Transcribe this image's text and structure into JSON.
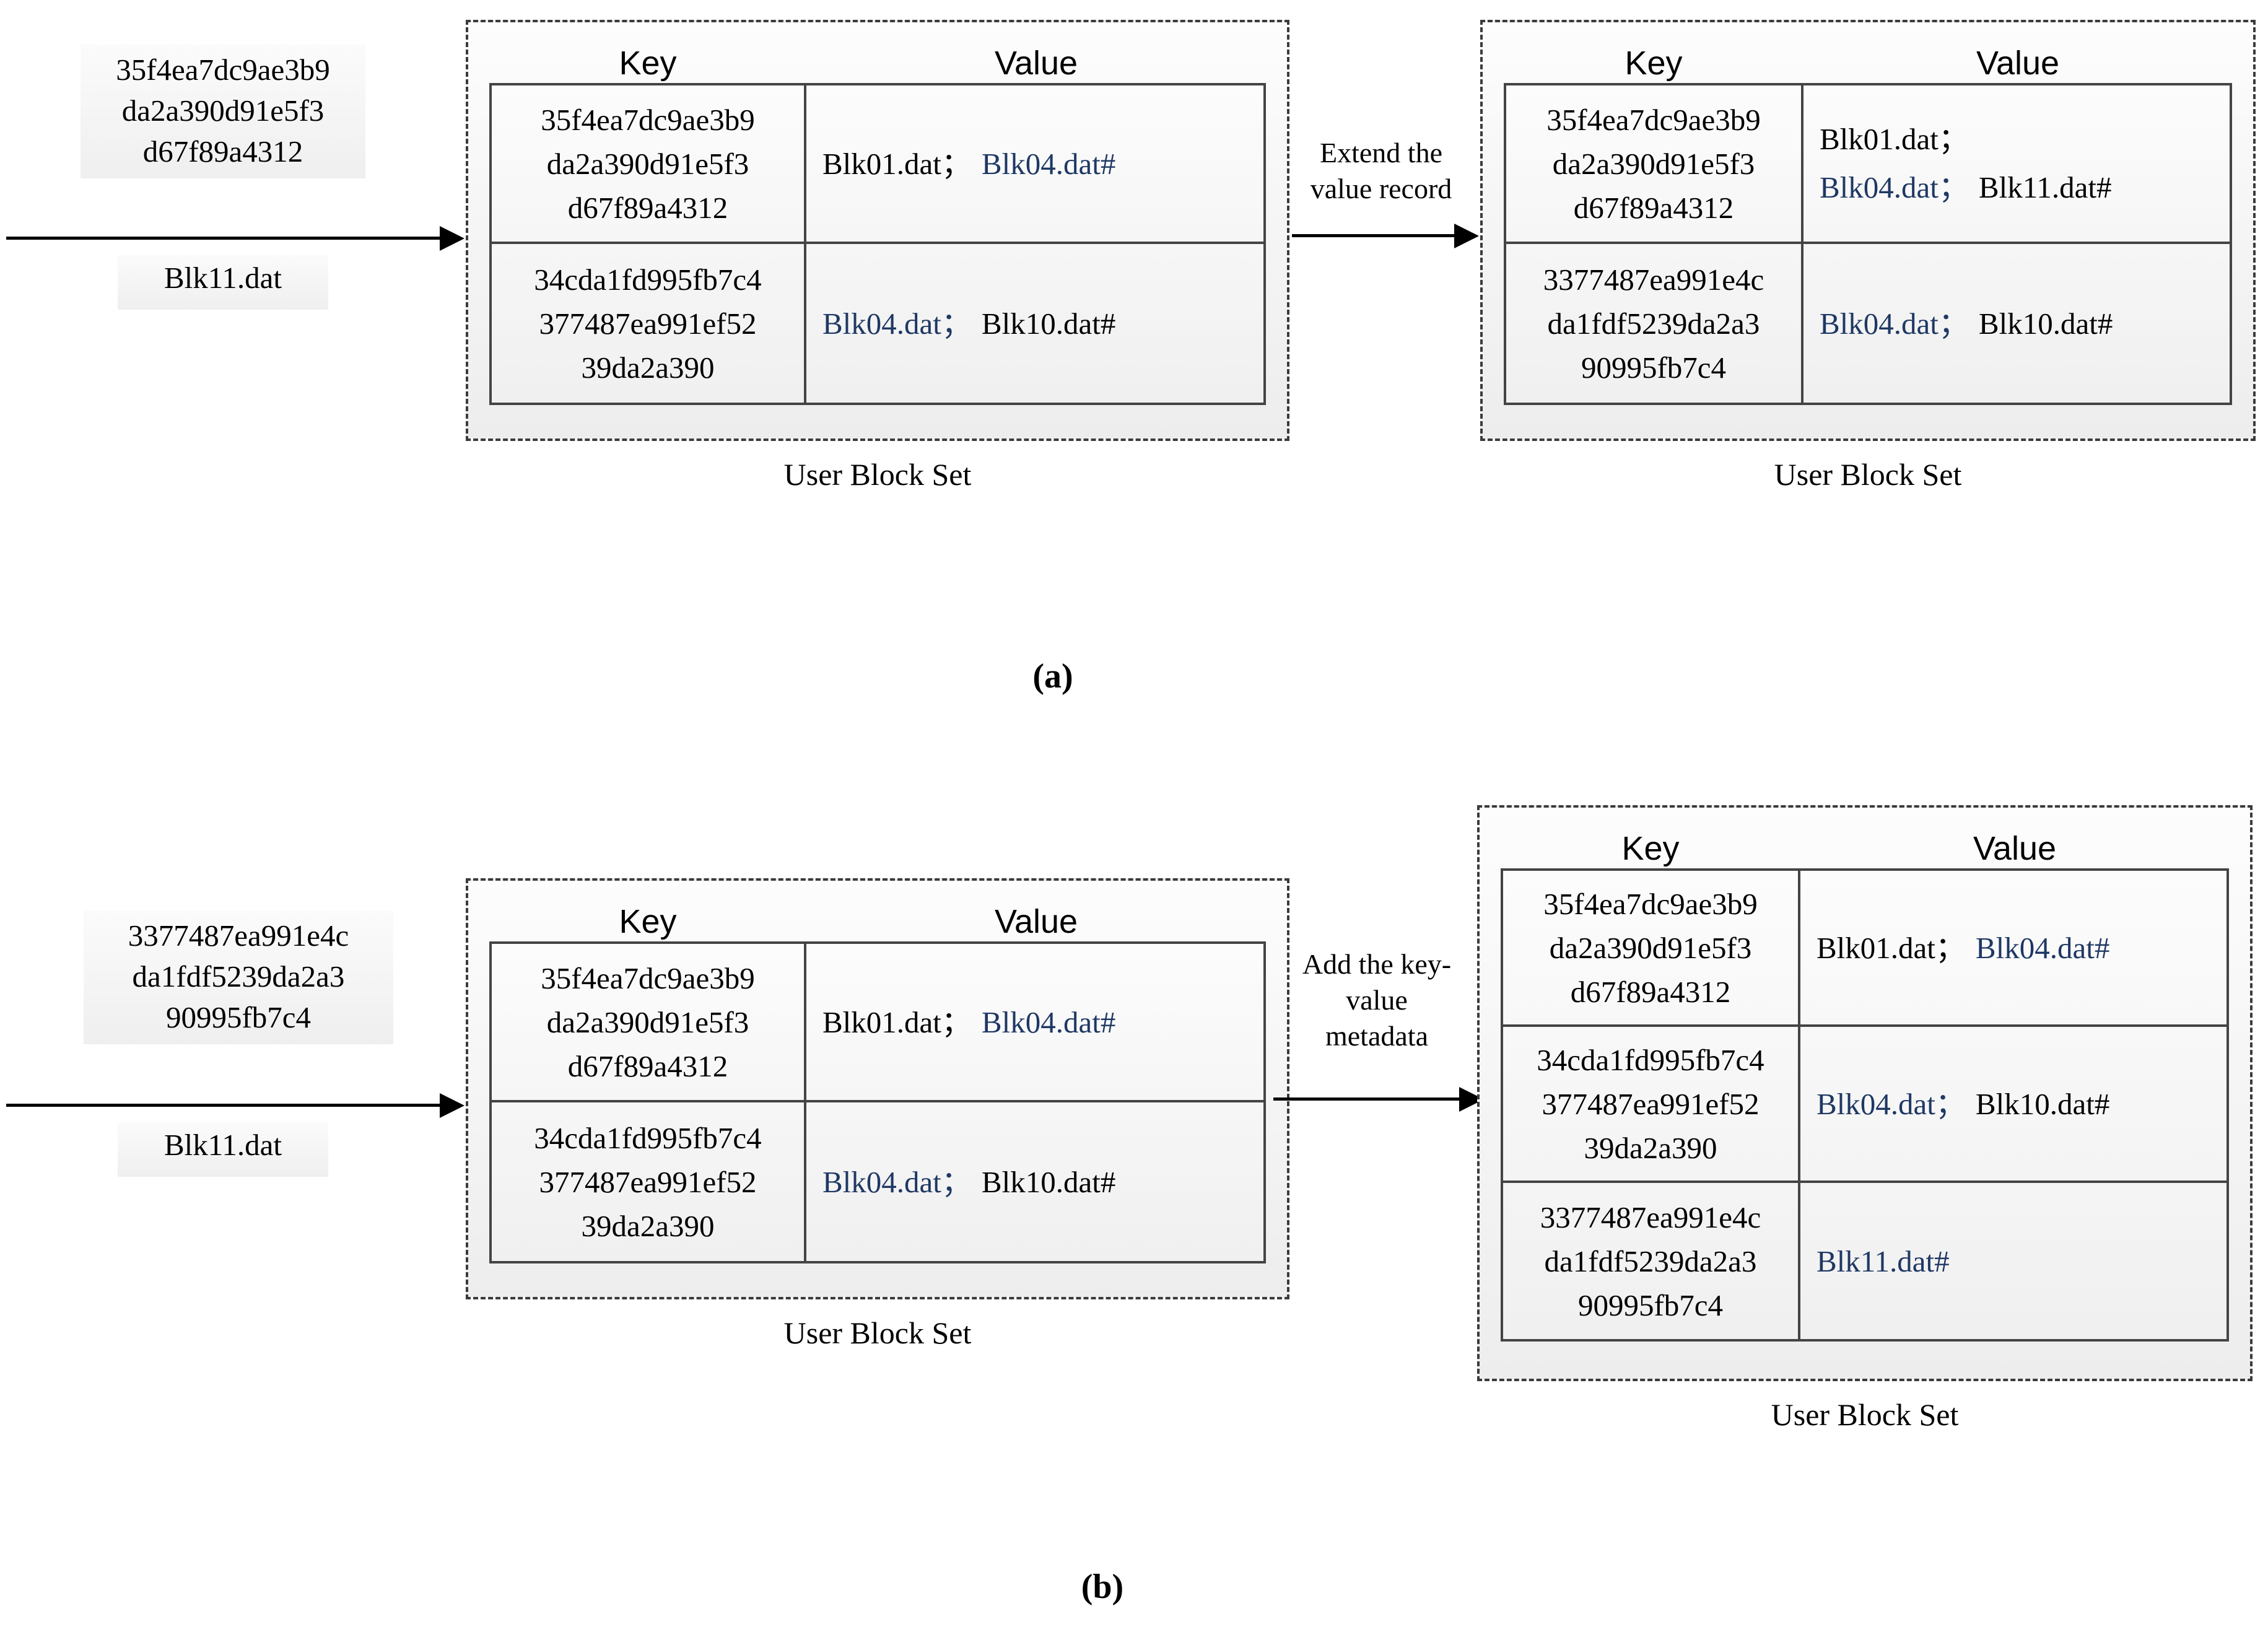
{
  "figure": {
    "colors": {
      "accent_blue": "#1f3864",
      "text_black": "#000000",
      "border_gray": "#444444",
      "dashed_gray": "#3b3b3b"
    }
  },
  "panel_a": {
    "caption": "(a)",
    "input_key": "35f4ea7dc9ae3b9\nda2a390d91e5f3\nd67f89a4312",
    "input_value": "Blk11.dat",
    "transition_label": "Extend the\nvalue record",
    "before": {
      "blockset_caption": "User Block Set",
      "headers": [
        "Key",
        "Value"
      ],
      "rows": [
        {
          "key": "35f4ea7dc9ae3b9\nda2a390d91e5f3\nd67f89a4312",
          "value_parts": [
            {
              "text": "Blk01.dat；",
              "blue": false
            },
            {
              "text": "Blk04.dat#",
              "blue": true
            }
          ]
        },
        {
          "key": "34cda1fd995fb7c4\n377487ea991ef52\n39da2a390",
          "value_parts": [
            {
              "text": "Blk04.dat；",
              "blue": true
            },
            {
              "text": "Blk10.dat#",
              "blue": false
            }
          ]
        }
      ]
    },
    "after": {
      "blockset_caption": "User Block Set",
      "headers": [
        "Key",
        "Value"
      ],
      "rows": [
        {
          "key": "35f4ea7dc9ae3b9\nda2a390d91e5f3\nd67f89a4312",
          "value_parts": [
            {
              "text": "Blk01.dat；",
              "blue": false,
              "break_after": true
            },
            {
              "text": "Blk04.dat；",
              "blue": true
            },
            {
              "text": "Blk11.dat#",
              "blue": false
            }
          ]
        },
        {
          "key": "3377487ea991e4c\nda1fdf5239da2a3\n90995fb7c4",
          "value_parts": [
            {
              "text": "Blk04.dat；",
              "blue": true
            },
            {
              "text": "Blk10.dat#",
              "blue": false
            }
          ]
        }
      ]
    }
  },
  "panel_b": {
    "caption": "(b)",
    "input_key": "3377487ea991e4c\nda1fdf5239da2a3\n90995fb7c4",
    "input_value": "Blk11.dat",
    "transition_label": "Add the key-\nvalue\nmetadata",
    "before": {
      "blockset_caption": "User Block Set",
      "headers": [
        "Key",
        "Value"
      ],
      "rows": [
        {
          "key": "35f4ea7dc9ae3b9\nda2a390d91e5f3\nd67f89a4312",
          "value_parts": [
            {
              "text": "Blk01.dat；",
              "blue": false
            },
            {
              "text": "Blk04.dat#",
              "blue": true
            }
          ]
        },
        {
          "key": "34cda1fd995fb7c4\n377487ea991ef52\n39da2a390",
          "value_parts": [
            {
              "text": "Blk04.dat；",
              "blue": true
            },
            {
              "text": "Blk10.dat#",
              "blue": false
            }
          ]
        }
      ]
    },
    "after": {
      "blockset_caption": "User Block Set",
      "headers": [
        "Key",
        "Value"
      ],
      "rows": [
        {
          "key": "35f4ea7dc9ae3b9\nda2a390d91e5f3\nd67f89a4312",
          "value_parts": [
            {
              "text": "Blk01.dat；",
              "blue": false
            },
            {
              "text": "Blk04.dat#",
              "blue": true
            }
          ]
        },
        {
          "key": "34cda1fd995fb7c4\n377487ea991ef52\n39da2a390",
          "value_parts": [
            {
              "text": "Blk04.dat；",
              "blue": true
            },
            {
              "text": "Blk10.dat#",
              "blue": false
            }
          ]
        },
        {
          "key": "3377487ea991e4c\nda1fdf5239da2a3\n90995fb7c4",
          "value_parts": [
            {
              "text": "Blk11.dat#",
              "blue": true
            }
          ]
        }
      ]
    }
  }
}
